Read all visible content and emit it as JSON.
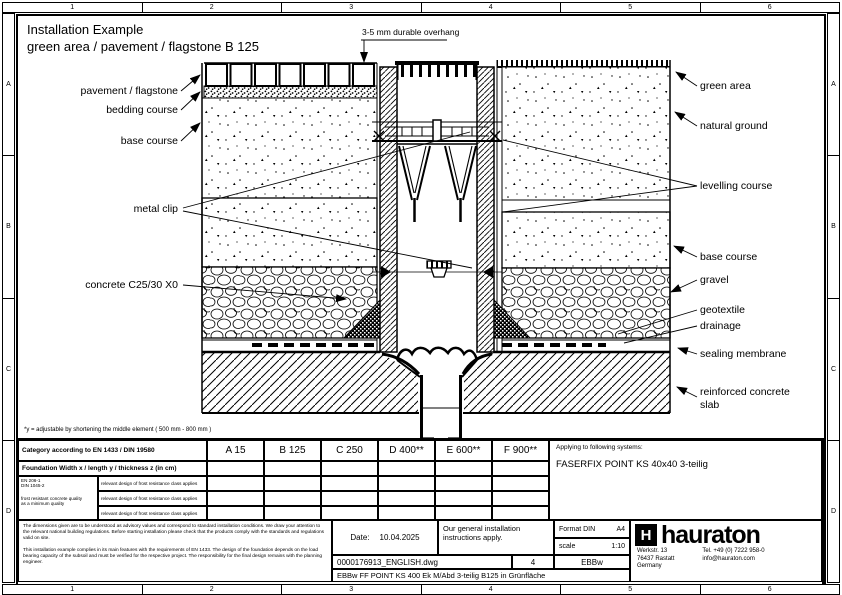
{
  "frame": {
    "cols": [
      "1",
      "2",
      "3",
      "4",
      "5",
      "6"
    ],
    "rows": [
      "A",
      "B",
      "C",
      "D"
    ]
  },
  "title": {
    "line1": "Installation Example",
    "line2": "green area / pavement / flagstone B 125"
  },
  "drawing": {
    "overhang_note": "3-5 mm durable overhang",
    "labels_left": {
      "pavement": "pavement / flagstone",
      "bedding": "bedding course",
      "base": "base course",
      "metal_clip": "metal clip",
      "concrete": "concrete C25/30 X0"
    },
    "labels_right": {
      "green_area": "green area",
      "natural_ground": "natural ground",
      "levelling": "levelling course",
      "base": "base course",
      "gravel": "gravel",
      "geotextile": "geotextile",
      "drainage": "drainage",
      "sealing": "sealing membrane",
      "slab": "reinforced concrete slab"
    },
    "footnote": "*y = adjustable by shortening the middle element ( 500 mm - 800 mm )"
  },
  "table": {
    "category_label": "Category according to EN 1433 / DIN 19580",
    "classes": [
      "A 15",
      "B 125",
      "C 250",
      "D 400**",
      "E 600**",
      "F 900**"
    ],
    "foundation_label": "Foundation  Width x / length y / thickness z (in cm)",
    "concrete_note": {
      "line1": "EN 206-1",
      "line2": "DIN 1045-2",
      "line3": "frost resistant concrete quality",
      "line4": "as a minimum quality"
    },
    "rows": [
      "relevant design of frost resistance class applies",
      "relevant design of frost resistance class applies",
      "relevant design of frost resistance class applies"
    ],
    "applying_label": "Applying to following systems:",
    "applying_system": "FASERFIX POINT KS 40x40 3-teilig"
  },
  "fine_print": {
    "p1": "The dimensions given are to be understood as advisory values and correspond to standard installation conditions. We draw your attention to the relevant national building regulations. Before starting installation please check that the products comply with the standards and regulations valid on site.",
    "p2": "This installation example complies in its main features with the requirements of EN 1433. The design of the foundation depends on the load bearing capacity of the subsoil and must be verified for the respective project. The responsibility for the final design remains with the planning engineer."
  },
  "title_block": {
    "date_label": "Date:",
    "date_value": "10.04.2025",
    "instructions": "Our general installation instructions apply.",
    "format_label": "Format DIN",
    "format_value": "A4",
    "scale_label": "scale",
    "scale_value": "1:10",
    "file_name": "0000176913_ENGLISH.dwg",
    "sheet": "4",
    "code": "EBBw",
    "description": "EBBw FF POINT KS 400  Ek M/Abd 3-teilig B125 in Grünfläche",
    "company": {
      "logo_monogram": "H",
      "logo_text": "hauraton",
      "address_line1": "Werkstr. 13",
      "address_line2": "76437 Rastatt",
      "address_line3": "Germany",
      "tel": "Tel. +49 (0) 7222 958-0",
      "email": "info@hauraton.com"
    }
  }
}
